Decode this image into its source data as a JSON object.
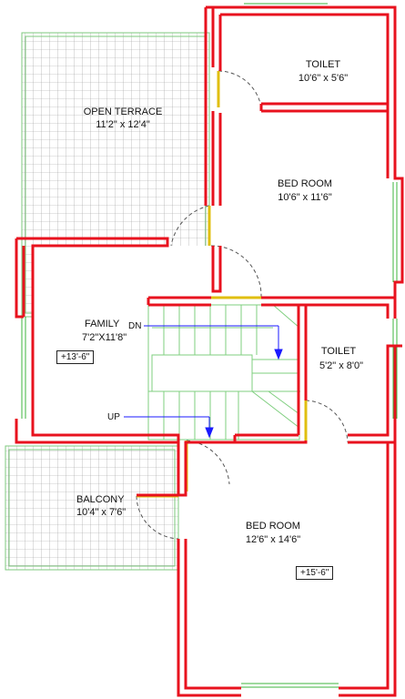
{
  "rooms": {
    "open_terrace": {
      "name": "OPEN TERRACE",
      "size": "11'2\" x 12'4\""
    },
    "toilet_top": {
      "name": "TOILET",
      "size": "10'6\" x 5'6\""
    },
    "bed_room_top": {
      "name": "BED ROOM",
      "size": "10'6\" x 11'6\""
    },
    "family": {
      "name": "FAMILY",
      "size": "7'2\"X11'8\""
    },
    "toilet_mid": {
      "name": "TOILET",
      "size": "5'2\" x 8'0\""
    },
    "balcony": {
      "name": "BALCONY",
      "size": "10'4\" x 7'6\""
    },
    "bed_room_bottom": {
      "name": "BED ROOM",
      "size": "12'6\" x 14'6\""
    }
  },
  "levels": {
    "family": "+13'-6\"",
    "bed_room_bottom": "+15'-6\""
  },
  "stairs": {
    "down": "DN",
    "up": "UP"
  },
  "colors": {
    "wall": "#e8121e",
    "window": "#3cb43c",
    "door_sill": "#f2d21a",
    "arrow": "#1a1aff",
    "stair": "#7fcf7f"
  }
}
